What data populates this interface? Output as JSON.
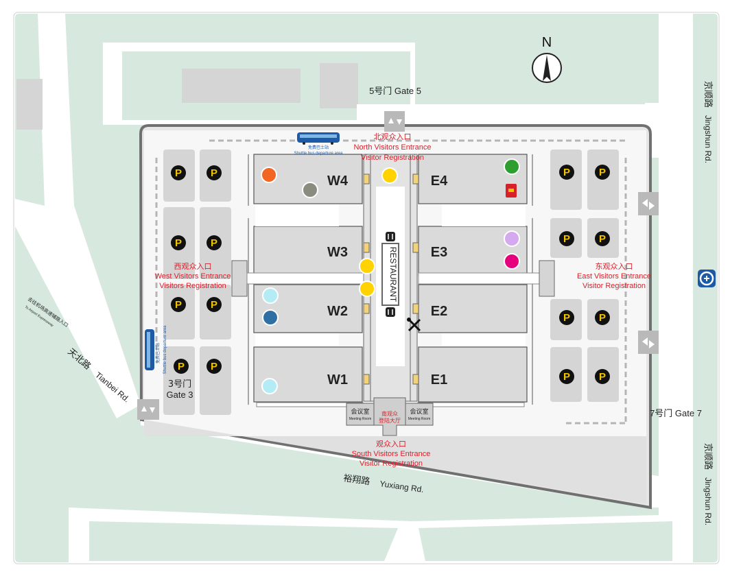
{
  "north": {
    "letter": "N"
  },
  "gates": {
    "gate5": "5号门 Gate 5",
    "gate3_cn": "3号门",
    "gate3_en": "Gate 3",
    "gate7": "7号门 Gate 7"
  },
  "entrances": {
    "north": {
      "cn": "北观众入口",
      "en1": "North Visitors Entrance",
      "en2": "Visitor Registration"
    },
    "west": {
      "cn": "西观众入口",
      "en1": "West Visitors Entrance",
      "en2": "Visitors Registration"
    },
    "east": {
      "cn": "东观众入口",
      "en1": "East Visitors Entrance",
      "en2": "Visitor Registration"
    },
    "south": {
      "cn": "观众入口",
      "en1": "South Visitors Entrance",
      "en2": "Visitor Registration"
    }
  },
  "roads": {
    "jingshun_top_cn": "京顺路",
    "jingshun_top_en": "Jingshun Rd.",
    "jingshun_bottom_cn": "京顺路",
    "jingshun_bottom_en": "Jingshun Rd.",
    "tianbei_cn": "天北路",
    "tianbei_en": "Tianbei Rd.",
    "yuxiang_cn": "裕翔路",
    "yuxiang_en": "Yuxiang Rd.",
    "airport_cn": "去往机场高速辅路入口",
    "airport_en": "To Airport Expressway"
  },
  "halls": [
    "W4",
    "W3",
    "W2",
    "W1",
    "E4",
    "E3",
    "E2",
    "E1"
  ],
  "restaurant": "RESTAURANT",
  "parking_label": "P",
  "shuttle": {
    "north_cn": "免费巴士站",
    "north_en": "Shuttle bus departure area",
    "west_cn": "免费巴士站",
    "west_en": "Shuttle bus departure area"
  },
  "meeting_rooms": {
    "cn": "会议室",
    "en": "Meeting Room"
  },
  "south_hall": {
    "cn1": "南观众",
    "cn2": "登陆大厅"
  },
  "colors": {
    "grass": "#d7e9de",
    "building_gray": "#d5d5d5",
    "road_outline": "#777777",
    "red_text": "#d8202a",
    "orange": "#f26522",
    "gray_dot": "#8a8c80",
    "yellow": "#ffd200",
    "green": "#2e9e2e",
    "lilac": "#d4a9ef",
    "magenta": "#e6007e",
    "light_cyan": "#b3ecf5",
    "steel_blue": "#2f6fa4",
    "subway_blue": "#1c5aa6"
  },
  "markers": [
    {
      "name": "orange-dot",
      "color": "orange",
      "hall": "W4"
    },
    {
      "name": "gray-dot",
      "color": "gray_dot",
      "hall": "W4"
    },
    {
      "name": "yellow-dot-north",
      "color": "yellow",
      "hall": "corridor"
    },
    {
      "name": "green-dot",
      "color": "green",
      "hall": "E4"
    },
    {
      "name": "lilac-dot",
      "color": "lilac",
      "hall": "E3"
    },
    {
      "name": "magenta-dot",
      "color": "magenta",
      "hall": "E3"
    },
    {
      "name": "yellow-dot-w3",
      "color": "yellow",
      "hall": "W3"
    },
    {
      "name": "yellow-dot-w2",
      "color": "yellow",
      "hall": "W2"
    },
    {
      "name": "cyan-dot-w2",
      "color": "light_cyan",
      "hall": "W2"
    },
    {
      "name": "blue-dot-w2",
      "color": "steel_blue",
      "hall": "W2"
    },
    {
      "name": "cyan-dot-w1",
      "color": "light_cyan",
      "hall": "W1"
    }
  ]
}
